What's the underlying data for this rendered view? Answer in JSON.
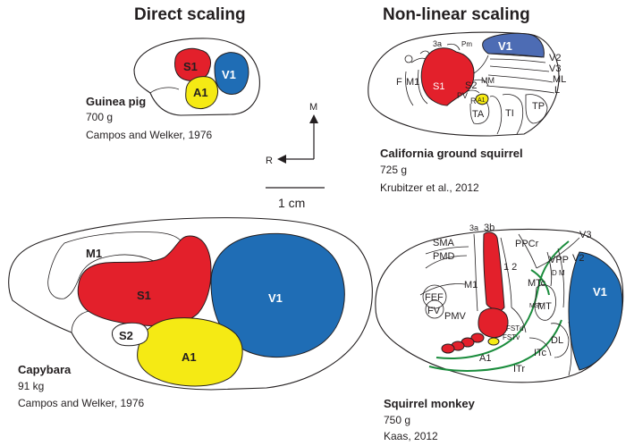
{
  "headings": {
    "left": "Direct scaling",
    "right": "Non-linear scaling"
  },
  "colors": {
    "s1": "#e3202b",
    "v1": "#1f6db5",
    "a1": "#f5ea14",
    "v1_squirrel": "#4d6cb4",
    "mt_line": "#1a8c3c",
    "outline": "#231f20"
  },
  "axes": {
    "medial": "M",
    "rostral": "R",
    "scale_bar": "1 cm"
  },
  "guinea_pig": {
    "name": "Guinea pig",
    "mass": "700 g",
    "ref": "Campos and Welker, 1976",
    "areas": {
      "s1": "S1",
      "v1": "V1",
      "a1": "A1"
    }
  },
  "capybara": {
    "name": "Capybara",
    "mass": "91 kg",
    "ref": "Campos and Welker, 1976",
    "areas": {
      "m1": "M1",
      "s1": "S1",
      "v1": "V1",
      "s2": "S2",
      "a1": "A1"
    }
  },
  "ground_squirrel": {
    "name": "California ground squirrel",
    "mass": "725 g",
    "ref": "Krubitzer et al., 2012",
    "areas": {
      "a3a": "3a",
      "pm": "Pm",
      "v1": "V1",
      "v2": "V2",
      "v3": "V3",
      "ml": "ML",
      "l": "L",
      "f": "F",
      "m1": "M1",
      "s1": "S1",
      "s2": "S2",
      "mm": "MM",
      "pv": "PV",
      "r": "R",
      "a1": "A1",
      "ta": "TA",
      "ti": "TI",
      "tp": "TP"
    }
  },
  "squirrel_monkey": {
    "name": "Squirrel monkey",
    "mass": "750 g",
    "ref": "Kaas, 2012",
    "areas": {
      "a3a": "3a",
      "a3b": "3b",
      "a12": "1 2",
      "sma": "SMA",
      "pmd": "PMD",
      "m1": "M1",
      "fef": "FEF",
      "fv": "FV",
      "pmv": "PMV",
      "ppcr": "PPCr",
      "vpp": "VPP",
      "v3": "V3",
      "v2": "V2",
      "dm": "D M",
      "mtc": "MTc",
      "mst": "MST",
      "mt": "MT",
      "fstd": "FSTd",
      "fstv": "FSTv",
      "dl": "DL",
      "itc": "ITc",
      "itr": "ITr",
      "a1": "A1",
      "v1": "V1"
    }
  }
}
